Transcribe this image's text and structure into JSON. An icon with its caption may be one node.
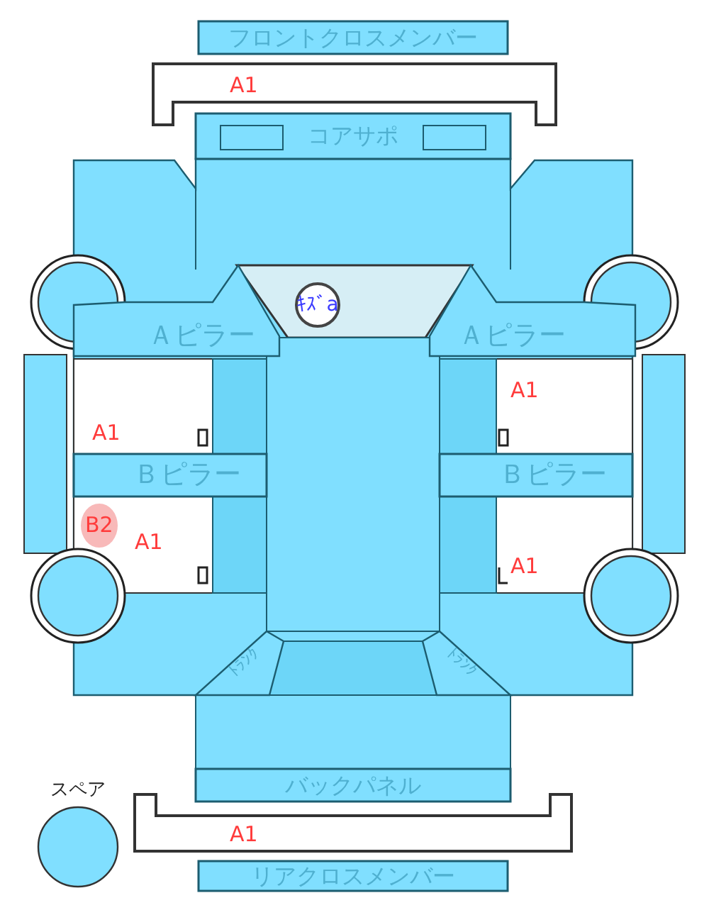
{
  "diagram": {
    "nodes": [
      {
        "text": [
          "フロントクロスメンバー"
        ]
      },
      {
        "text": [
          "コアサポ"
        ]
      },
      {
        "text": [
          "Ａピラー"
        ]
      },
      {
        "text": [
          "Ａピラー"
        ]
      },
      {
        "text": [
          "ｷｽﾞa"
        ]
      },
      {
        "text": [
          "Ｂピラー"
        ]
      },
      {
        "text": [
          "Ｂピラー"
        ]
      },
      {
        "text": [
          "ﾄﾗﾝｸ"
        ]
      },
      {
        "text": [
          "ﾄﾗﾝｸ"
        ]
      },
      {
        "text": [
          "バックパネル"
        ]
      },
      {
        "text": [
          "リアクロスメンバー"
        ]
      },
      {
        "text": [
          "スペア"
        ]
      }
    ],
    "edges": [],
    "labels": [
      "A1",
      "A1",
      "A1",
      "B2",
      "A1",
      "A1",
      "A1"
    ]
  }
}
